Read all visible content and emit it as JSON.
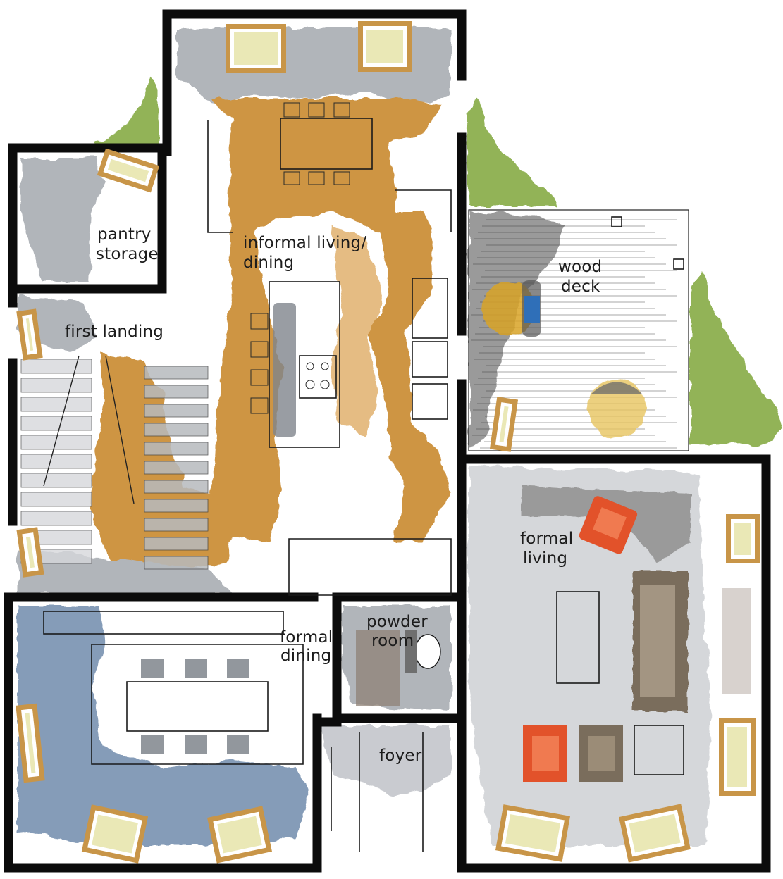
{
  "labels": {
    "pantry": [
      "pantry",
      "storage"
    ],
    "informal": [
      "informal living/",
      "dining"
    ],
    "deck": [
      "wood",
      "deck"
    ],
    "landing": "first landing",
    "formal_living": [
      "formal",
      "living"
    ],
    "formal_dining": [
      "formal",
      "dining"
    ],
    "powder": [
      "powder",
      "room"
    ],
    "foyer": "foyer"
  },
  "colors": {
    "wall": "#0b0b0b",
    "wood_floor": "#c9892f",
    "wood_light": "#e2b574",
    "grey_wash": "#a9adb3",
    "blue_wash": "#4b6d96",
    "foliage": "#7fa63a",
    "window_frame": "#c89548",
    "window_glass": "#d8d67a",
    "chair_orange": "#e2522a",
    "chair_yellow": "#d9a426",
    "accent_blue": "#2f6fb8",
    "sofa": "#7a6d5c",
    "deck_grey": "#8f8f8f"
  },
  "icons": [
    "plant-icon",
    "chair-icon",
    "sofa-icon",
    "window-icon",
    "cooktop-icon",
    "toilet-icon"
  ]
}
